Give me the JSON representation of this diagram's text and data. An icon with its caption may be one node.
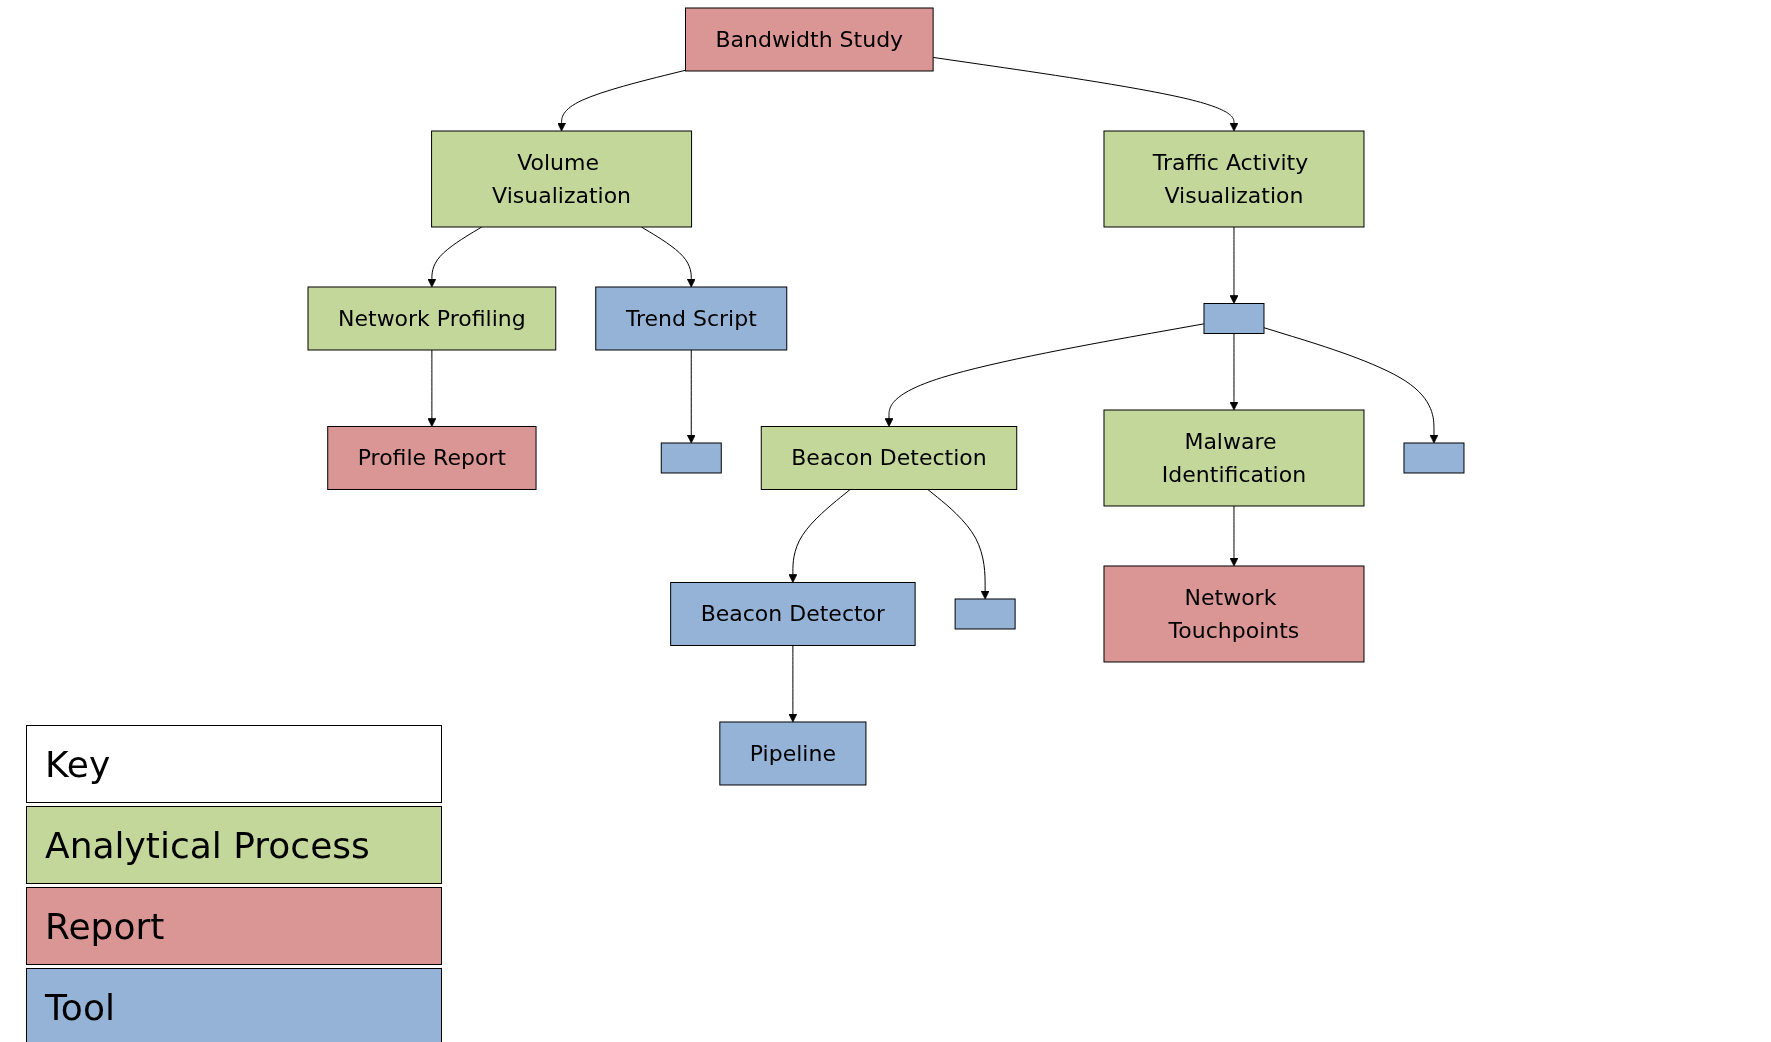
{
  "diagram": {
    "nodes": [
      {
        "text": [
          "Bandwidth Study"
        ]
      },
      {
        "text": [
          "Volume Visualization"
        ]
      },
      {
        "text": [
          "Traffic Activity Visualization"
        ]
      },
      {
        "text": [
          "Network Profiling"
        ]
      },
      {
        "text": [
          "Trend Script"
        ]
      },
      {
        "text": [],
        "shape": "box"
      },
      {
        "text": [
          "Profile Report"
        ]
      },
      {
        "text": [],
        "shape": "box"
      },
      {
        "text": [
          "Beacon Detection"
        ]
      },
      {
        "text": [
          "Malware Identification"
        ]
      },
      {
        "text": [],
        "shape": "box"
      },
      {
        "text": [
          "Beacon Detector"
        ]
      },
      {
        "text": [],
        "shape": "box"
      },
      {
        "text": [
          "Network Touchpoints"
        ]
      },
      {
        "text": [
          "Pipeline"
        ]
      }
    ],
    "edges": [
      {
        "from": 0,
        "to": 1,
        "arrow": "to"
      },
      {
        "from": 0,
        "to": 2,
        "arrow": "to"
      },
      {
        "from": 1,
        "to": 3,
        "arrow": "to"
      },
      {
        "from": 1,
        "to": 4,
        "arrow": "to"
      },
      {
        "from": 2,
        "to": 5,
        "arrow": "to"
      },
      {
        "from": 3,
        "to": 6,
        "arrow": "to"
      },
      {
        "from": 4,
        "to": 7,
        "arrow": "to"
      },
      {
        "from": 5,
        "to": 8,
        "arrow": "to"
      },
      {
        "from": 5,
        "to": 9,
        "arrow": "to"
      },
      {
        "from": 5,
        "to": 10,
        "arrow": "to"
      },
      {
        "from": 8,
        "to": 11,
        "arrow": "to"
      },
      {
        "from": 8,
        "to": 12,
        "arrow": "to"
      },
      {
        "from": 9,
        "to": 13,
        "arrow": "to"
      },
      {
        "from": 11,
        "to": 14,
        "arrow": "to"
      }
    ],
    "labels": [
      "Key"
    ],
    "legend": [
      {
        "text": "Analytical Process",
        "color": "#c4d79b"
      },
      {
        "text": "Report",
        "color": "#da9694"
      },
      {
        "text": "Tool",
        "color": "#95b3d7"
      }
    ]
  }
}
